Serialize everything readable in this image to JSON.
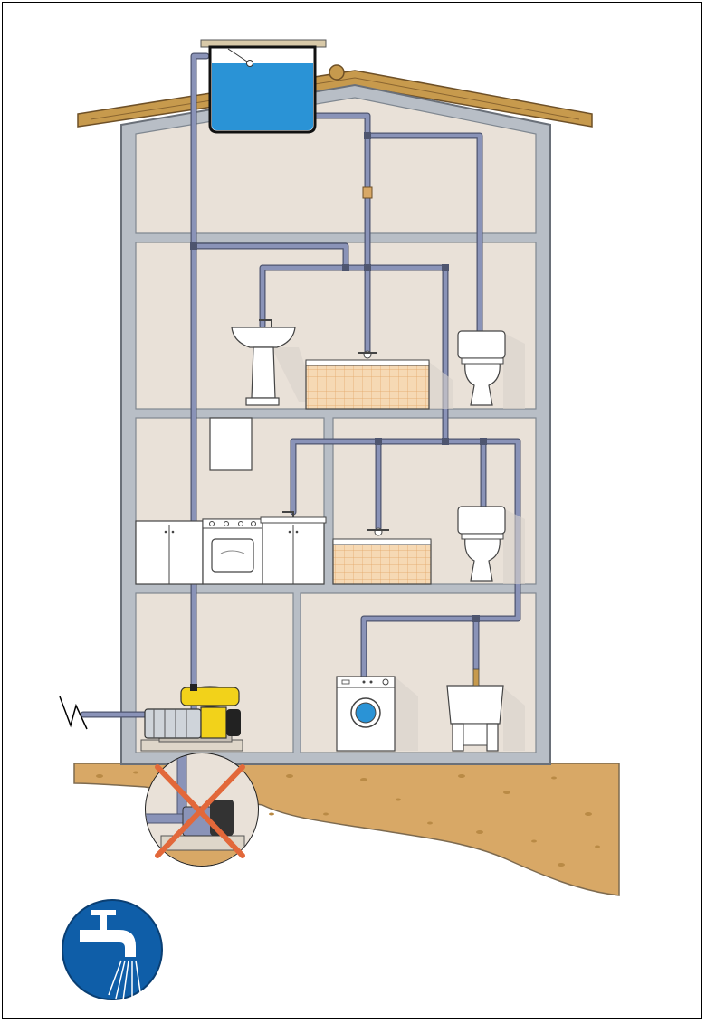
{
  "colors": {
    "wall": "#e9e1d8",
    "wall_outline": "#7f8790",
    "pipe": "#8a93b8",
    "pipe_outline": "#4e556f",
    "water": "#2a93d6",
    "roof": "#c79a4d",
    "ground": "#d8a866",
    "pump_yellow": "#f2d21a",
    "forbidden_x": "#e2683a",
    "sign_blue": "#0f5ea8",
    "tile": "#f6d9b4"
  },
  "icons": {
    "tank": "water-tank-icon",
    "pump": "booster-pump-icon",
    "forbidden": "forbidden-cross-icon",
    "mandatory": "tap-water-mandatory-icon",
    "power": "electric-supply-icon"
  },
  "floors": [
    {
      "name": "attic"
    },
    {
      "name": "upper-bathroom"
    },
    {
      "name": "kitchen-and-bathroom"
    },
    {
      "name": "ground-floor"
    }
  ],
  "fixtures": [
    "washbasin",
    "bathtub-upper",
    "toilet-upper",
    "wall-cabinet",
    "kitchen-base-cabinet-left",
    "kitchen-stove",
    "kitchen-sink-cabinet",
    "bathtub-lower",
    "toilet-lower",
    "washing-machine",
    "utility-sink"
  ]
}
